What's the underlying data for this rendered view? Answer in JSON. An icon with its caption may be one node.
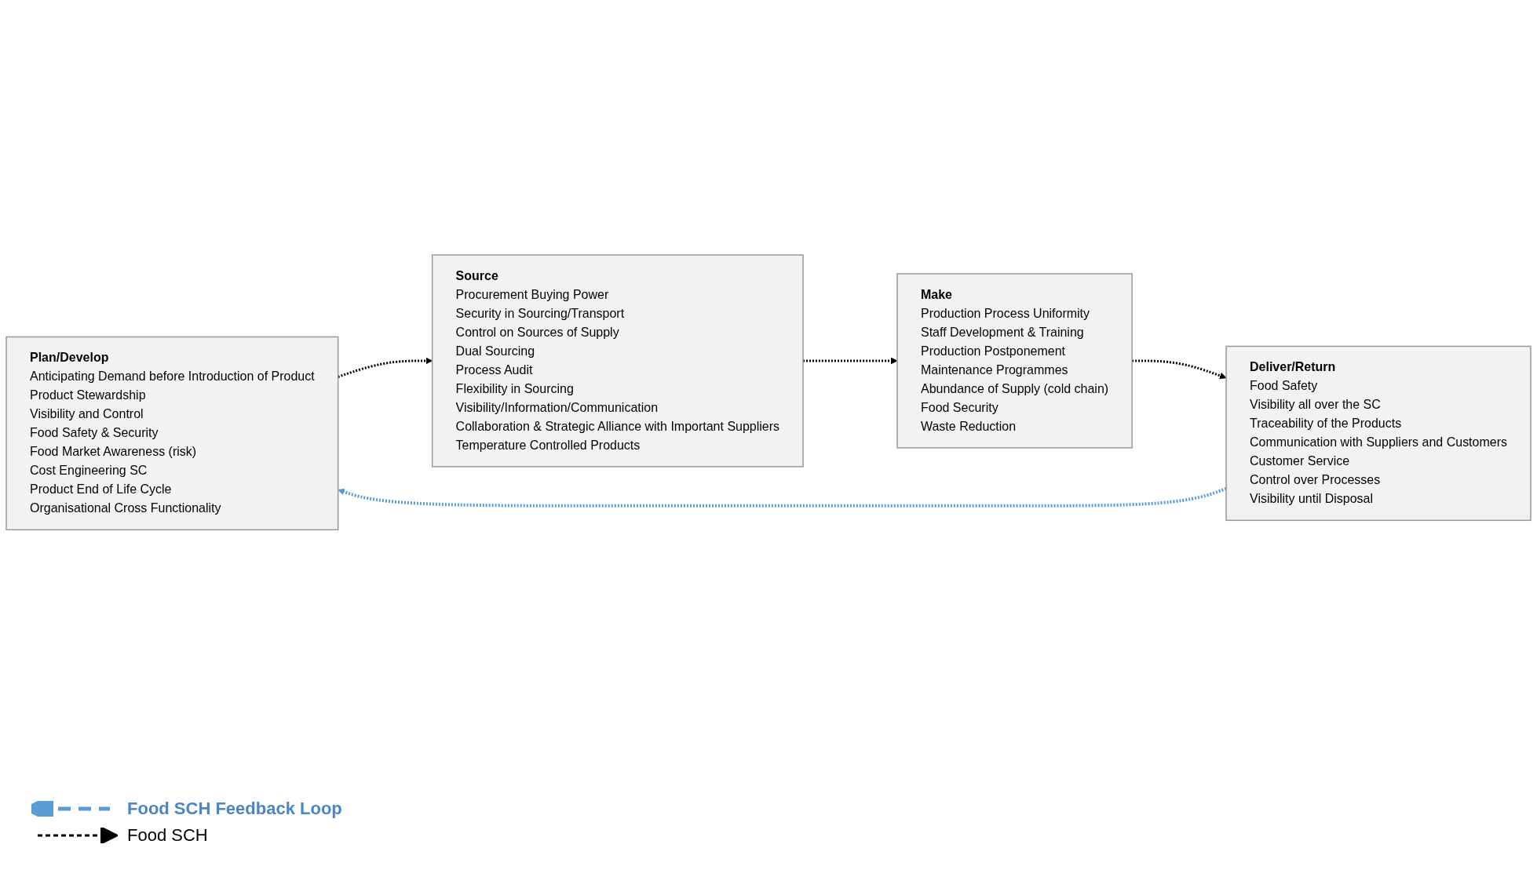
{
  "diagram": {
    "nodes": [
      {
        "text": [
          "Plan/Develop",
          "Anticipating Demand before Introduction of Product",
          "Product Stewardship",
          "Visibility and Control",
          "Food Safety & Security",
          "Food Market Awareness (risk)",
          "Cost Engineering SC",
          "Product End of Life Cycle",
          "Organisational Cross Functionality"
        ]
      },
      {
        "text": [
          "Source",
          "Procurement Buying Power",
          "Security in Sourcing/Transport",
          "Control on Sources of Supply",
          "Dual Sourcing",
          "Process Audit",
          "Flexibility in Sourcing",
          "Visibility/Information/Communication",
          "Collaboration & Strategic Alliance with Important Suppliers",
          "Temperature Controlled Products"
        ]
      },
      {
        "text": [
          "Make",
          "Production Process Uniformity",
          "Staff Development & Training",
          "Production Postponement",
          "Maintenance Programmes",
          "Abundance of Supply (cold chain)",
          "Food Security",
          "Waste Reduction"
        ]
      },
      {
        "text": [
          "Deliver/Return",
          "Food Safety",
          "Visibility all over the SC",
          "Traceability of the Products",
          "Communication with Suppliers and Customers",
          "Customer Service",
          "Control over Processes",
          "Visibility until Disposal"
        ]
      }
    ],
    "edges": [
      {
        "from": 0,
        "to": 1,
        "arrow": "to",
        "style": "dashed"
      },
      {
        "from": 1,
        "to": 2,
        "arrow": "to",
        "style": "dashed"
      },
      {
        "from": 2,
        "to": 3,
        "arrow": "to",
        "style": "dashed"
      },
      {
        "from": 3,
        "to": 0,
        "arrow": "to",
        "style": "dashed",
        "color": "#5b9bd5"
      }
    ],
    "legend": [
      {
        "text": "Food SCH Feedback Loop"
      },
      {
        "text": "Food SCH"
      }
    ]
  }
}
